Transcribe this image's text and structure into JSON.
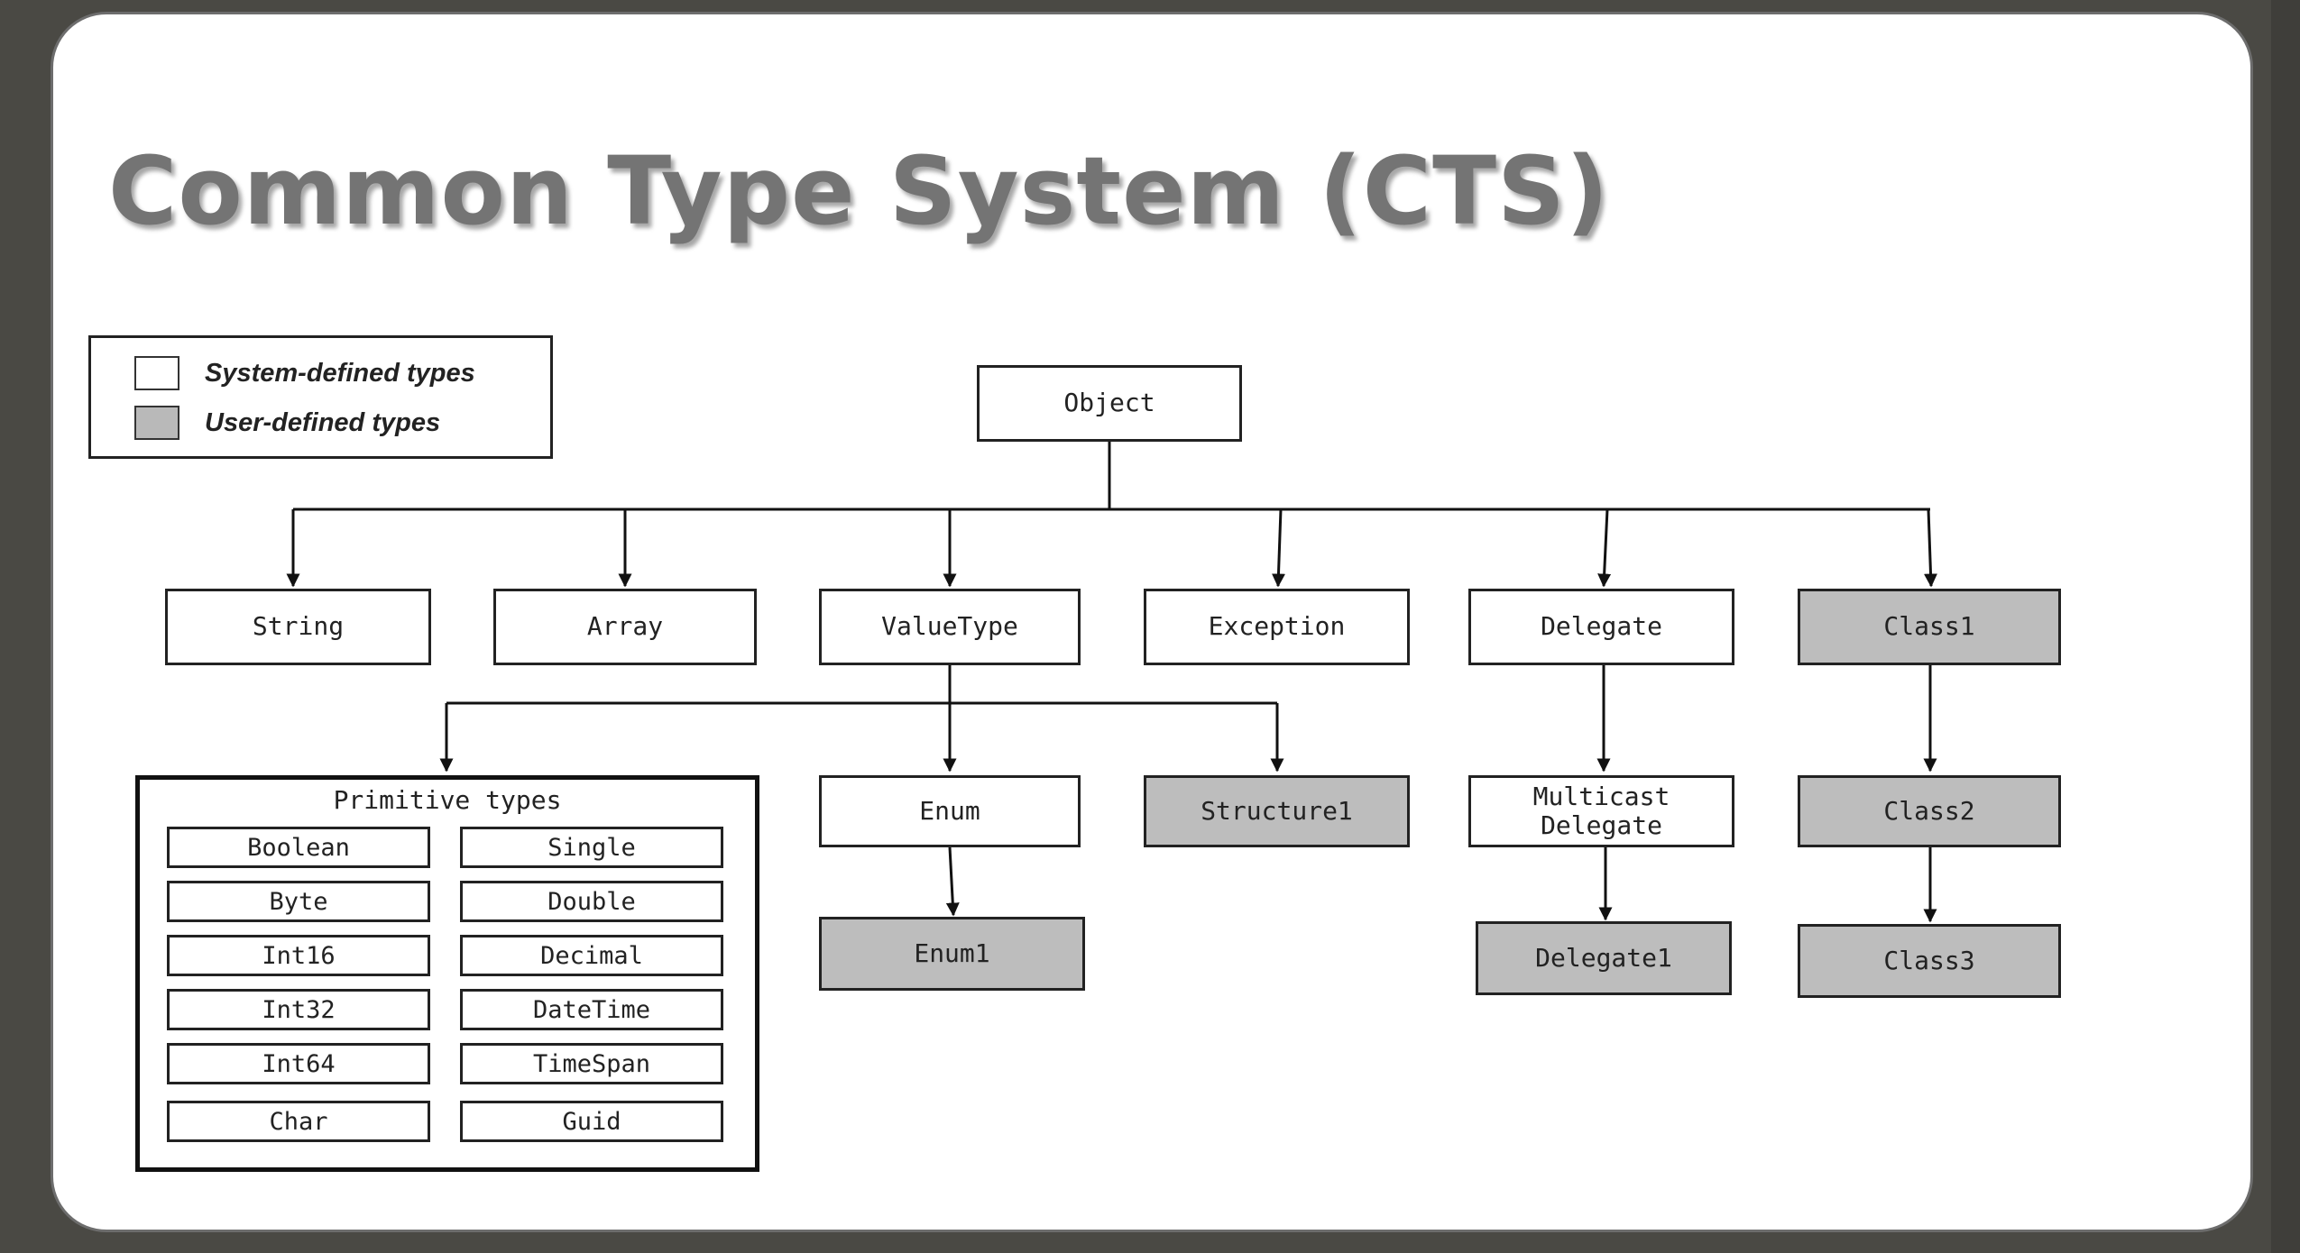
{
  "title": "Common Type System (CTS)",
  "legend": {
    "system_label": "System-defined types",
    "user_label": "User-defined types"
  },
  "colors": {
    "system_fill": "#ffffff",
    "user_fill": "#bdbdbd",
    "line": "#111111"
  },
  "nodes": {
    "object": "Object",
    "string": "String",
    "array": "Array",
    "valuetype": "ValueType",
    "exception": "Exception",
    "delegate": "Delegate",
    "class1": "Class1",
    "enum": "Enum",
    "structure1": "Structure1",
    "enum1": "Enum1",
    "multicast_delegate": "Multicast\nDelegate",
    "delegate1": "Delegate1",
    "class2": "Class2",
    "class3": "Class3"
  },
  "primitive": {
    "title": "Primitive types",
    "left": [
      "Boolean",
      "Byte",
      "Int16",
      "Int32",
      "Int64",
      "Char"
    ],
    "right": [
      "Single",
      "Double",
      "Decimal",
      "DateTime",
      "TimeSpan",
      "Guid"
    ]
  }
}
